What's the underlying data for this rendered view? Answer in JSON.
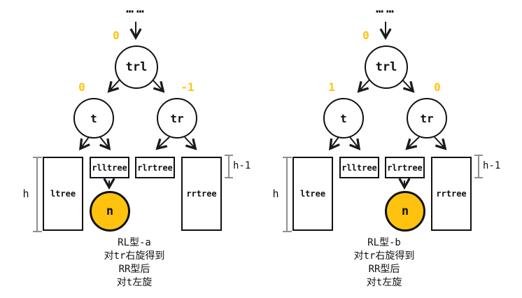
{
  "page": {
    "background": "#ffffff"
  },
  "colors": {
    "balance_label": "#FFC40D",
    "n_node_fill": "#FFC20E",
    "line": "#1a1a1a",
    "bracket": "#8f8f8f"
  },
  "diagrams": [
    {
      "id": "RL-a",
      "ellipsis": "……",
      "root": {
        "label": "trl",
        "balance": "0"
      },
      "left_child": {
        "label": "t",
        "balance": "0"
      },
      "right_child": {
        "label": "tr",
        "balance": "-1"
      },
      "boxes": {
        "ltree": "ltree",
        "rlltree": "rlltree",
        "rlrtree": "rlrtree",
        "rrtree": "rrtree"
      },
      "n_node": {
        "label": "n",
        "parent_box": "rlltree"
      },
      "height_labels": {
        "full": "h",
        "minus_one": "h-1"
      },
      "caption": [
        "RL型-a",
        "对tr右旋得到",
        "RR型后",
        "对t左旋"
      ]
    },
    {
      "id": "RL-b",
      "ellipsis": "……",
      "root": {
        "label": "trl",
        "balance": "0"
      },
      "left_child": {
        "label": "t",
        "balance": "1"
      },
      "right_child": {
        "label": "tr",
        "balance": "0"
      },
      "boxes": {
        "ltree": "ltree",
        "rlltree": "rlltree",
        "rlrtree": "rlrtree",
        "rrtree": "rrtree"
      },
      "n_node": {
        "label": "n",
        "parent_box": "rlrtree"
      },
      "height_labels": {
        "full": "h",
        "minus_one": "h-1"
      },
      "caption": [
        "RL型-b",
        "对tr右旋得到",
        "RR型后",
        "对t左旋"
      ]
    }
  ]
}
